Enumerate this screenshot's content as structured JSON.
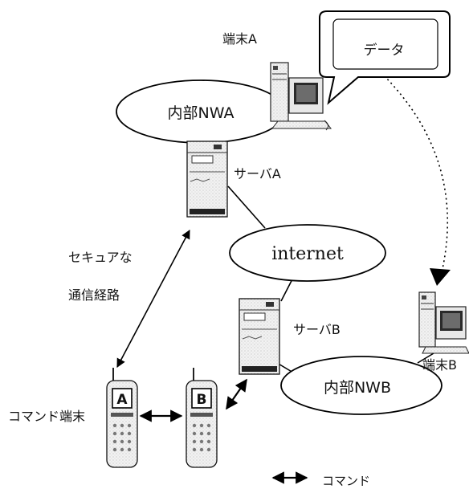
{
  "labels": {
    "terminal_a": "端末A",
    "data_bubble": "データ",
    "internal_nwa": "内部NWA",
    "server_a": "サーバA",
    "secure_line1": "セキュアな",
    "secure_line2": "通信経路",
    "internet": "internet",
    "server_b": "サーバB",
    "terminal_b": "端末B",
    "internal_nwb": "内部NWB",
    "command_terminal": "コマンド端末",
    "phone_a_letter": "A",
    "phone_b_letter": "B",
    "legend_command": "コマンド"
  }
}
